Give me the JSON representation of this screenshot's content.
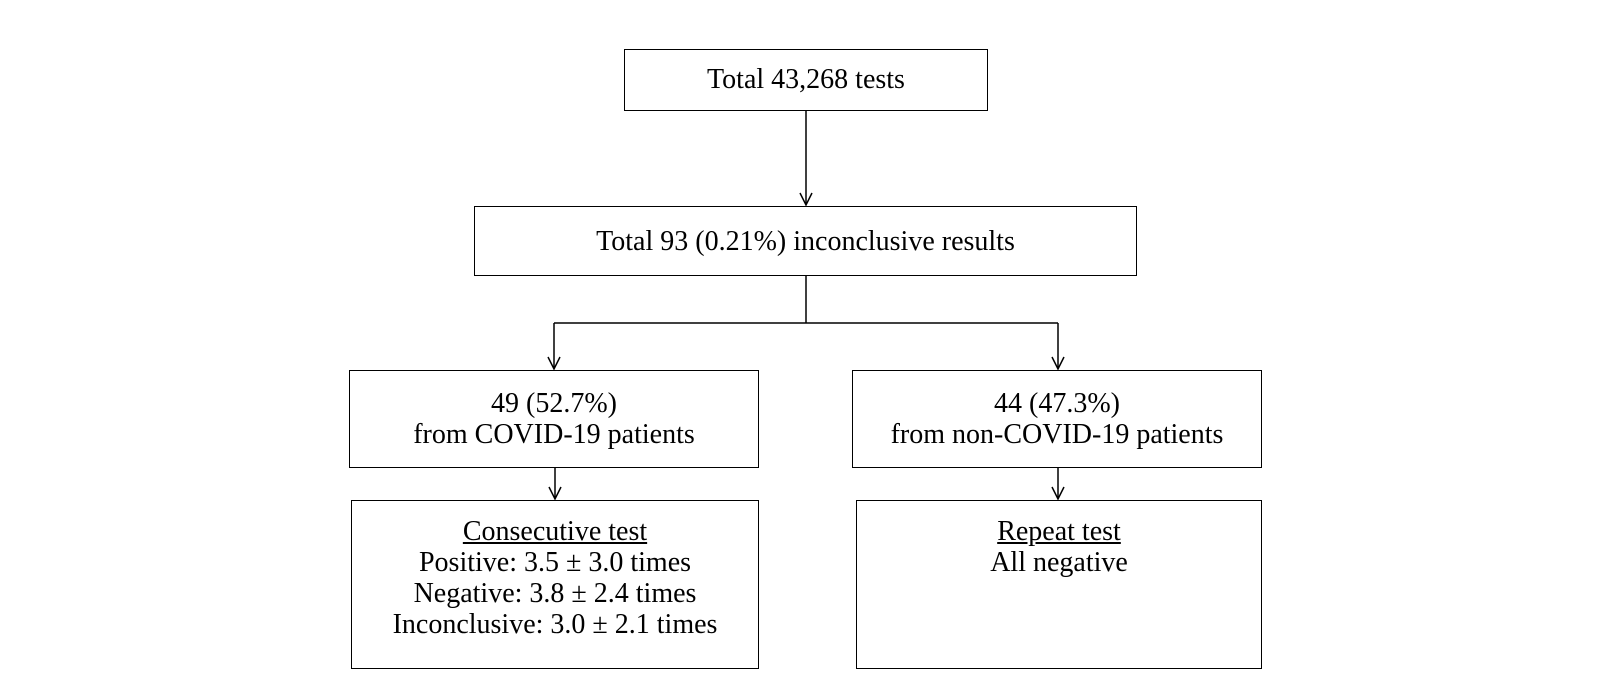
{
  "flowchart": {
    "total_tests": {
      "text": "Total 43,268 tests"
    },
    "inconclusive": {
      "text": "Total 93 (0.21%) inconclusive results"
    },
    "covid": {
      "line1": "49 (52.7%)",
      "line2": "from COVID-19 patients"
    },
    "non_covid": {
      "line1": "44 (47.3%)",
      "line2": "from non-COVID-19 patients"
    },
    "consecutive": {
      "heading": "Consecutive test",
      "lines": [
        "Positive: 3.5 ± 3.0 times",
        "Negative: 3.8 ± 2.4 times",
        "Inconclusive: 3.0 ± 2.1 times"
      ]
    },
    "repeat": {
      "heading": "Repeat test",
      "lines": [
        "All negative"
      ]
    }
  },
  "colors": {
    "stroke": "#000000",
    "background": "#ffffff"
  }
}
